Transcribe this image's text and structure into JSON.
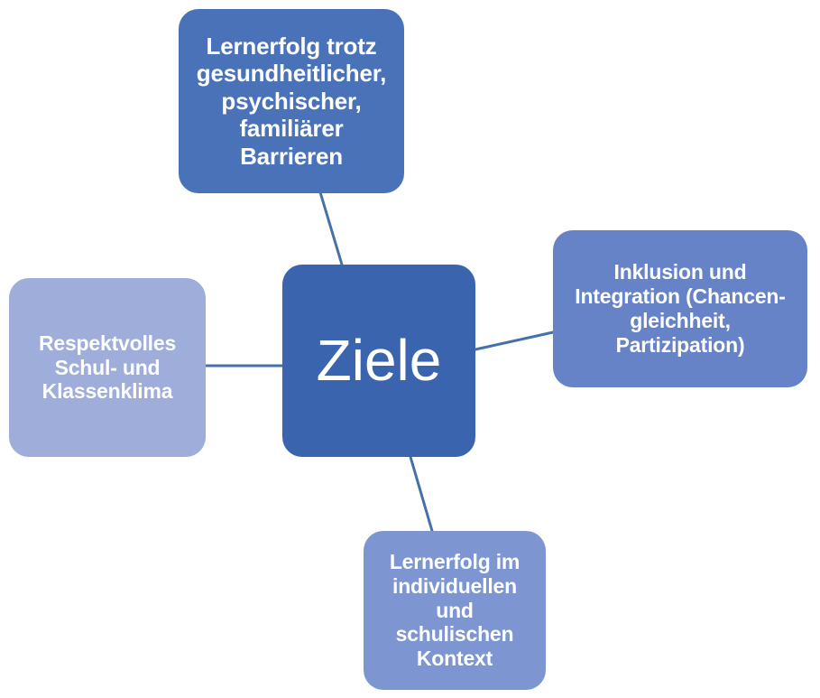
{
  "diagram": {
    "type": "radial-mindmap",
    "title": "Ziele",
    "background_color": "#FFFFFF",
    "center": {
      "id": "center",
      "label": "Ziele",
      "color": "#3A65AE"
    },
    "branches": [
      {
        "id": "top",
        "position": "top",
        "label": "Lernerfolg trotz\ngesundheitlicher,\npsychischer,\nfamiliärer\nBarrieren",
        "color": "#4A72B8"
      },
      {
        "id": "right",
        "position": "right",
        "label": "Inklusion und\nIntegration (Chancen-\ngleichheit,\nPartizipation)",
        "color": "#6683C8"
      },
      {
        "id": "bottom",
        "position": "bottom",
        "label": "Lernerfolg im\nindividuellen\nund\nschulischen\nKontext",
        "color": "#7D95D0"
      },
      {
        "id": "left",
        "position": "left",
        "label": "Respektvolles\nSchul- und\nKlassenklima",
        "color": "#9FADDA"
      }
    ],
    "connector_color": "#4472A8",
    "text_color": "#FFFFFF"
  }
}
